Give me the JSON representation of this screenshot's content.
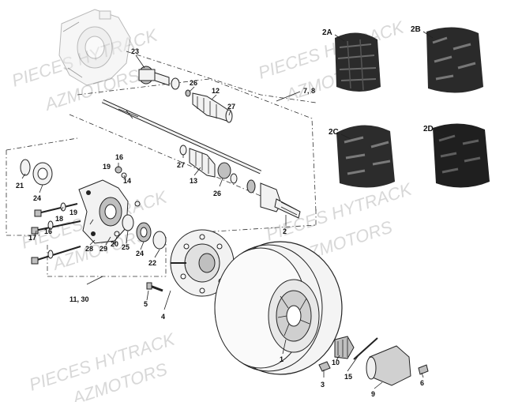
{
  "watermark": {
    "line1": "PIECES HYTRACK",
    "line2": "AZMOTORS"
  },
  "tire_variants": [
    {
      "label": "2A"
    },
    {
      "label": "2B"
    },
    {
      "label": "2C"
    },
    {
      "label": "2D"
    }
  ],
  "callouts": {
    "c1": "1",
    "c2": "2",
    "c3": "3",
    "c4": "4",
    "c5": "5",
    "c6": "6",
    "c7_8": "7, 8",
    "c9": "9",
    "c10": "10",
    "c11_30": "11, 30",
    "c12": "12",
    "c13": "13",
    "c14": "14",
    "c15": "15",
    "c16a": "16",
    "c16b": "16",
    "c17": "17",
    "c18": "18",
    "c19a": "19",
    "c19b": "19",
    "c20": "20",
    "c21": "21",
    "c22": "22",
    "c23": "23",
    "c24a": "24",
    "c24b": "24",
    "c25": "25",
    "c26a": "26",
    "c26b": "26",
    "c27a": "27",
    "c27b": "27",
    "c28": "28",
    "c29": "29"
  }
}
